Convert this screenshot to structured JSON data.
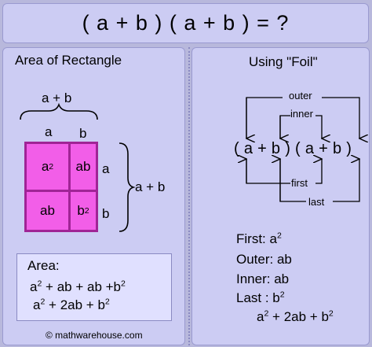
{
  "title": "( a + b ) ( a + b ) = ?",
  "left": {
    "heading": "Area of Rectangle",
    "top_brace_label": "a + b",
    "col_label_a": "a",
    "col_label_b": "b",
    "row_label_a": "a",
    "row_label_b": "b",
    "side_brace_label": "a + b",
    "cells": {
      "top_left_base": "a",
      "top_left_exp": "2",
      "top_right": "ab",
      "bottom_left": "ab",
      "bottom_right_base": "b",
      "bottom_right_exp": "2"
    },
    "area": {
      "label": "Area:",
      "line1_a": "a",
      "line1_exp1": "2",
      "line1_mid": " + ab + ab +b",
      "line1_exp2": "2",
      "line2_a": "a",
      "line2_exp1": "2",
      "line2_mid": " + 2ab + b",
      "line2_exp2": "2"
    }
  },
  "right": {
    "heading": "Using \"Foil\"",
    "outer_label": "outer",
    "inner_label": "inner",
    "first_label": "first",
    "last_label": "last",
    "expression": "( a + b ) ( a + b )",
    "results": {
      "first_prefix": "First: a",
      "first_exp": "2",
      "outer": "Outer: ab",
      "inner": "Inner: ab",
      "last_prefix": "Last : b",
      "last_exp": "2",
      "sum_a": "a",
      "sum_exp1": "2",
      "sum_mid": " + 2ab + b",
      "sum_exp2": "2"
    }
  },
  "footer": "© mathwarehouse.com",
  "colors": {
    "background": "#b8b8dc",
    "panel": "#ccccf3",
    "cell_fill": "#f25ee8",
    "cell_border": "#a02496",
    "area_box": "#e0e0ff"
  }
}
